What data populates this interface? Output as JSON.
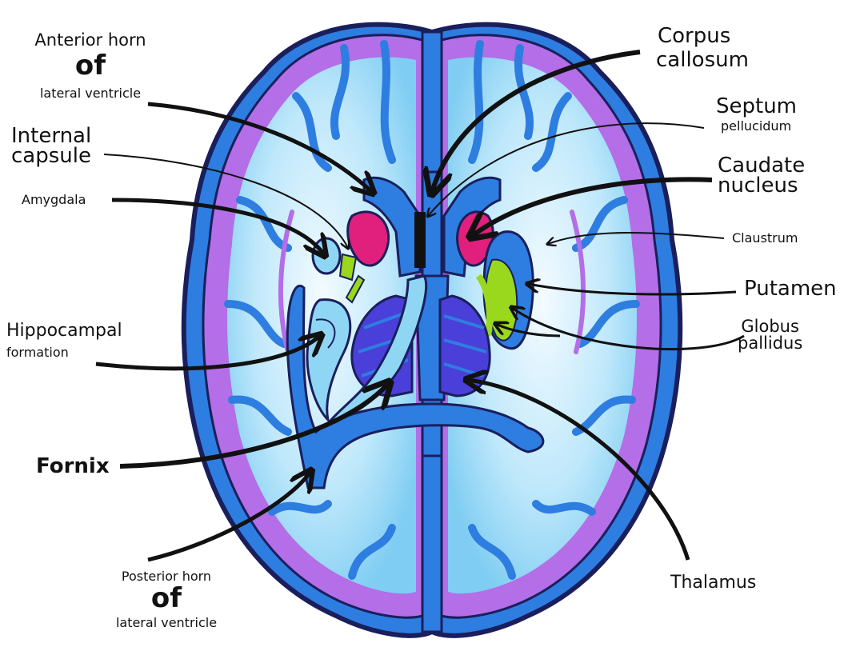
{
  "labels": {
    "anterior_horn": {
      "l1": "Anterior horn",
      "l2": "of",
      "l3": "lateral ventricle"
    },
    "corpus_callosum": {
      "l1": "Corpus",
      "l2": "callosum"
    },
    "septum_pellucidum": {
      "l1": "Septum",
      "l2": "pellucidum"
    },
    "internal_capsule": {
      "l1": "Internal",
      "l2": "capsule"
    },
    "caudate_nucleus": {
      "l1": "Caudate",
      "l2": "nucleus"
    },
    "amygdala": "Amygdala",
    "claustrum": "Claustrum",
    "putamen": "Putamen",
    "globus_pallidus": {
      "l1": "Globus",
      "l2": "pallidus"
    },
    "hippocampal_formation": {
      "l1": "Hippocampal",
      "l2": "formation"
    },
    "fornix": "Fornix",
    "posterior_horn": {
      "l1": "Posterior horn",
      "l2": "of",
      "l3": "lateral ventricle"
    },
    "thalamus": "Thalamus"
  },
  "colors": {
    "outline": "#1a1f5c",
    "brain_fill": "#2e7de0",
    "white_matter": "#dff3ff",
    "light_blue": "#8fd6f5",
    "cortex": "#b36ee8",
    "caudate": "#e0207c",
    "putamen_green": "#9ad81e",
    "thalamus": "#4a3fd8",
    "leader": "#111111"
  }
}
